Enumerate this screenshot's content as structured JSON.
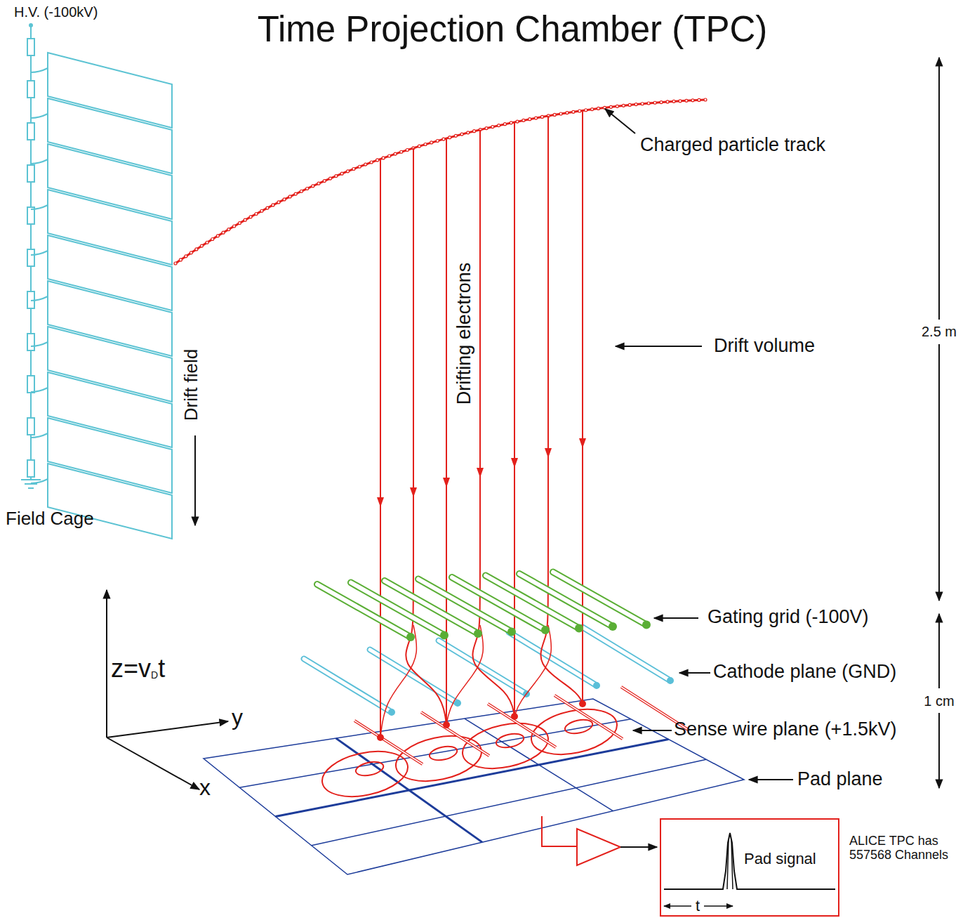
{
  "diagram": {
    "title": "Time Projection Chamber (TPC)",
    "nodes": [
      {
        "text": [
          "Pad signal"
        ]
      }
    ],
    "labels": [
      "H.V. (-100kV)",
      "Field Cage",
      "Drift field",
      "Charged particle track",
      "Drifting electrons",
      "Drift volume",
      "2.5 m",
      "Gating grid (-100V)",
      "Cathode plane (GND)",
      "1 cm",
      "Sense wire plane (+1.5kV)",
      "Pad plane",
      "z=v",
      "D",
      "t",
      "y",
      "x",
      "t",
      "ALICE TPC has 557568 Channels"
    ]
  }
}
